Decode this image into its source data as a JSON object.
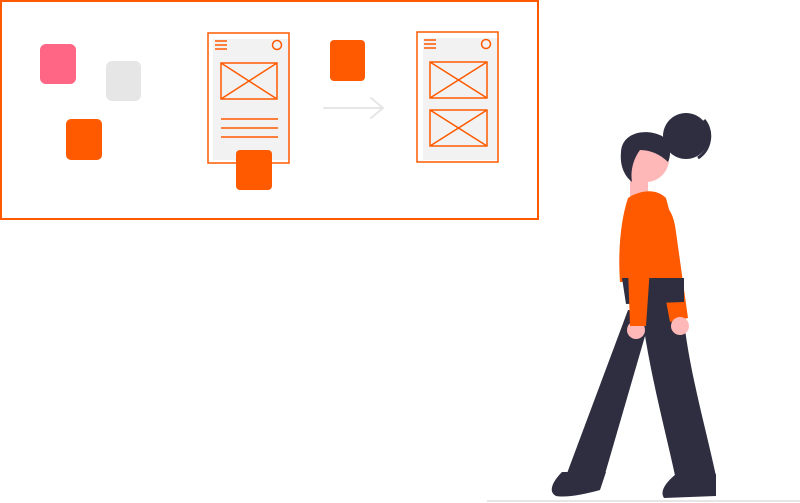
{
  "colors": {
    "accent": "#ff5a00",
    "pink": "#ff6584",
    "light_gray": "#e6e6e6",
    "dark": "#2f2e41",
    "skin": "#ffb8b8",
    "white": "#ffffff"
  },
  "illustration": {
    "board": {
      "icon": "wireframe-board"
    },
    "sticky_notes": [
      {
        "icon": "sticky-note",
        "color": "pink"
      },
      {
        "icon": "sticky-note",
        "color": "light_gray"
      },
      {
        "icon": "sticky-note",
        "color": "accent"
      },
      {
        "icon": "sticky-note",
        "color": "accent"
      },
      {
        "icon": "sticky-note",
        "color": "accent"
      }
    ],
    "wireframes": [
      {
        "icon": "wireframe-page-image-text"
      },
      {
        "icon": "wireframe-page-two-images"
      }
    ],
    "arrow": {
      "icon": "right-arrow-icon"
    },
    "person": {
      "icon": "woman-walking"
    }
  }
}
